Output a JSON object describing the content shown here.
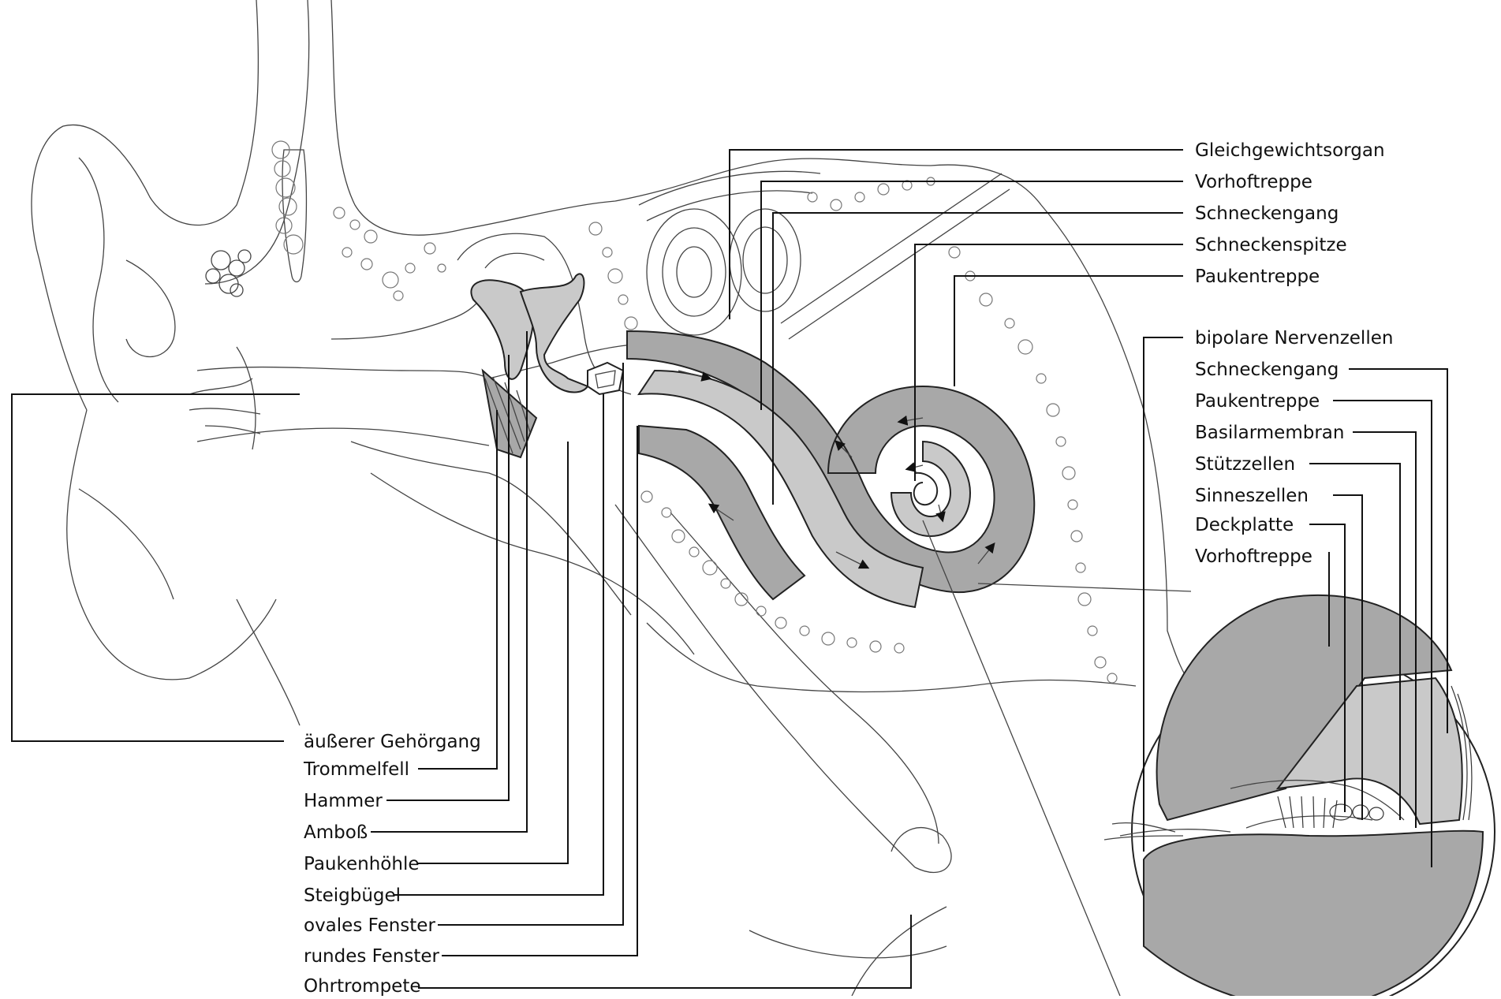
{
  "diagram": {
    "left_labels": [
      {
        "id": "aeusserer-gehoergang",
        "text": "äußerer Gehörgang"
      },
      {
        "id": "trommelfell",
        "text": "Trommelfell"
      },
      {
        "id": "hammer",
        "text": "Hammer"
      },
      {
        "id": "amboss",
        "text": "Amboß"
      },
      {
        "id": "paukenhoehle",
        "text": "Paukenhöhle"
      },
      {
        "id": "steigbuegel",
        "text": "Steigbügel"
      },
      {
        "id": "ovales-fenster",
        "text": "ovales Fenster"
      },
      {
        "id": "rundes-fenster",
        "text": "rundes Fenster"
      },
      {
        "id": "ohrtrompete",
        "text": "Ohrtrompete"
      }
    ],
    "top_right_labels": [
      {
        "id": "gleichgewichtsorgan",
        "text": "Gleichgewichtsorgan"
      },
      {
        "id": "vorhoftreppe",
        "text": "Vorhoftreppe"
      },
      {
        "id": "schneckengang",
        "text": "Schneckengang"
      },
      {
        "id": "schneckenspitze",
        "text": "Schneckenspitze"
      },
      {
        "id": "paukentreppe",
        "text": "Paukentreppe"
      }
    ],
    "detail_labels": [
      {
        "id": "bipolare-nervenzellen",
        "text": "bipolare Nervenzellen"
      },
      {
        "id": "schneckengang-detail",
        "text": "Schneckengang"
      },
      {
        "id": "paukentreppe-detail",
        "text": "Paukentreppe"
      },
      {
        "id": "basilarmembran",
        "text": "Basilarmembran"
      },
      {
        "id": "stuetzzellen",
        "text": "Stützzellen"
      },
      {
        "id": "sinneszellen",
        "text": "Sinneszellen"
      },
      {
        "id": "deckplatte",
        "text": "Deckplatte"
      },
      {
        "id": "vorhoftreppe-detail",
        "text": "Vorhoftreppe"
      }
    ]
  }
}
